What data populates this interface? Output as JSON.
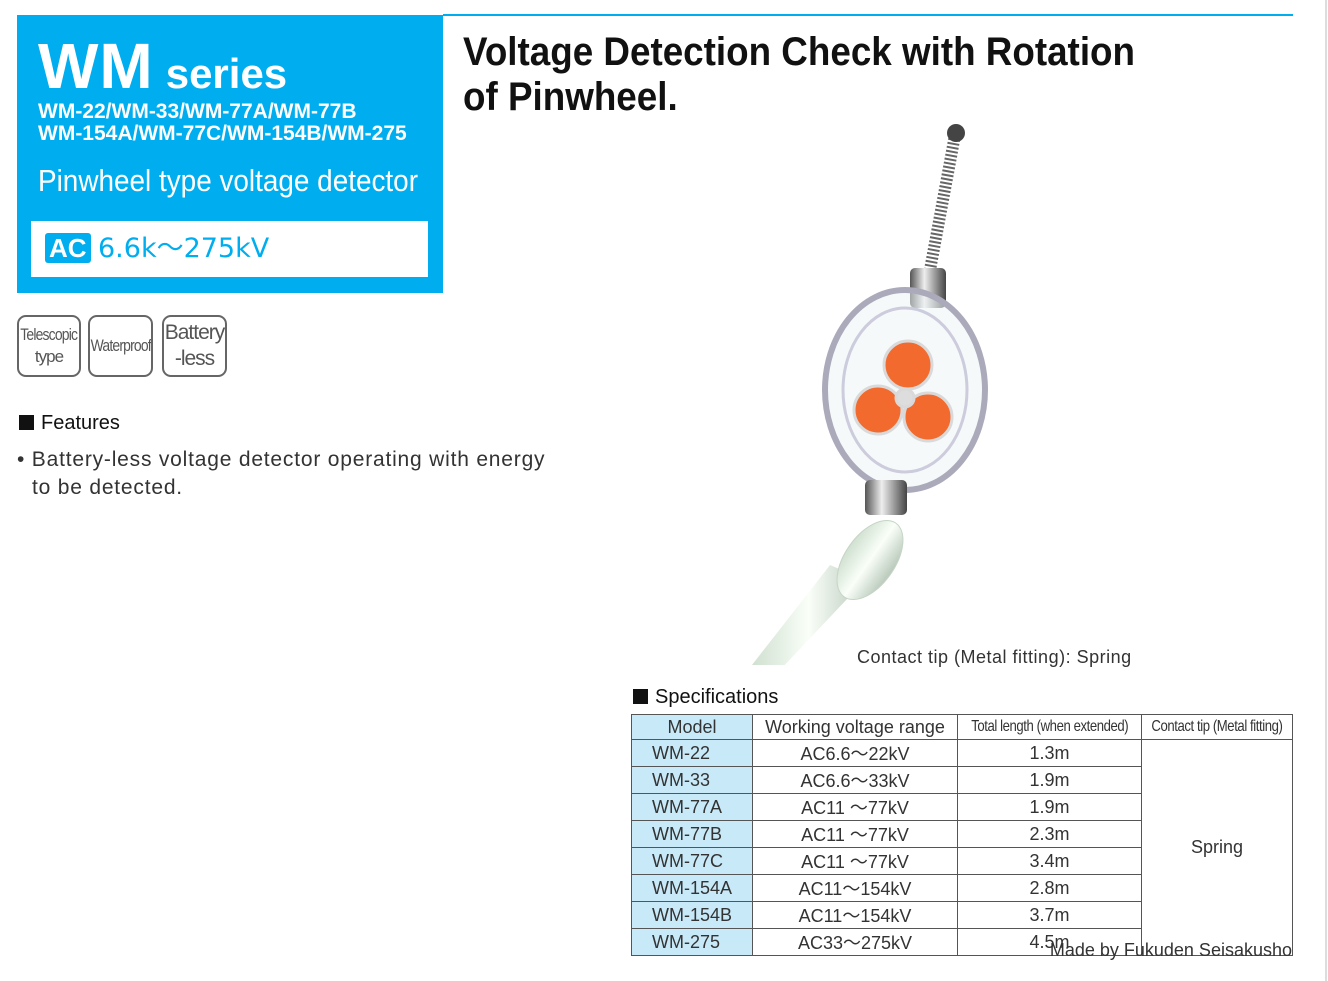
{
  "header": {
    "series_main": "WM",
    "series_suffix": "series",
    "models_line1": "WM-22/WM-33/WM-77A/WM-77B",
    "models_line2": "WM-154A/WM-77C/WM-154B/WM-275",
    "subtitle": "Pinwheel type voltage detector",
    "ac_label": "AC",
    "voltage_range": "6.6k～275kV"
  },
  "badges": [
    {
      "line1": "Telescopic",
      "line2": "type"
    },
    {
      "line1": "Waterproof",
      "line2": ""
    },
    {
      "line1": "Battery",
      "line2": "-less"
    }
  ],
  "features": {
    "heading": "Features",
    "items": [
      "• Battery-less voltage detector operating with energy",
      "to be detected."
    ]
  },
  "main_title": {
    "line1": "Voltage Detection Check with Rotation",
    "line2": "of Pinwheel."
  },
  "image_caption": "Contact tip (Metal fitting): Spring",
  "specifications": {
    "heading": "Specifications",
    "columns": [
      "Model",
      "Working voltage range",
      "Total length (when extended)",
      "Contact tip (Metal fitting)"
    ],
    "rows": [
      {
        "model": "WM-22",
        "voltage": "AC6.6～22kV",
        "length": "1.3m"
      },
      {
        "model": "WM-33",
        "voltage": "AC6.6～33kV",
        "length": "1.9m"
      },
      {
        "model": "WM-77A",
        "voltage": "AC11 ～77kV",
        "length": "1.9m"
      },
      {
        "model": "WM-77B",
        "voltage": "AC11 ～77kV",
        "length": "2.3m"
      },
      {
        "model": "WM-77C",
        "voltage": "AC11 ～77kV",
        "length": "3.4m"
      },
      {
        "model": "WM-154A",
        "voltage": "AC11～154kV",
        "length": "2.8m"
      },
      {
        "model": "WM-154B",
        "voltage": "AC11～154kV",
        "length": "3.7m"
      },
      {
        "model": "WM-275",
        "voltage": "AC33～275kV",
        "length": "4.5m"
      }
    ],
    "contact_tip": "Spring"
  },
  "footer": {
    "maker": "Made by Fukuden Seisakusho"
  },
  "colors": {
    "brand": "#00aeef",
    "model_cell": "#c8e9f8",
    "pinwheel": "#f26a2e"
  }
}
